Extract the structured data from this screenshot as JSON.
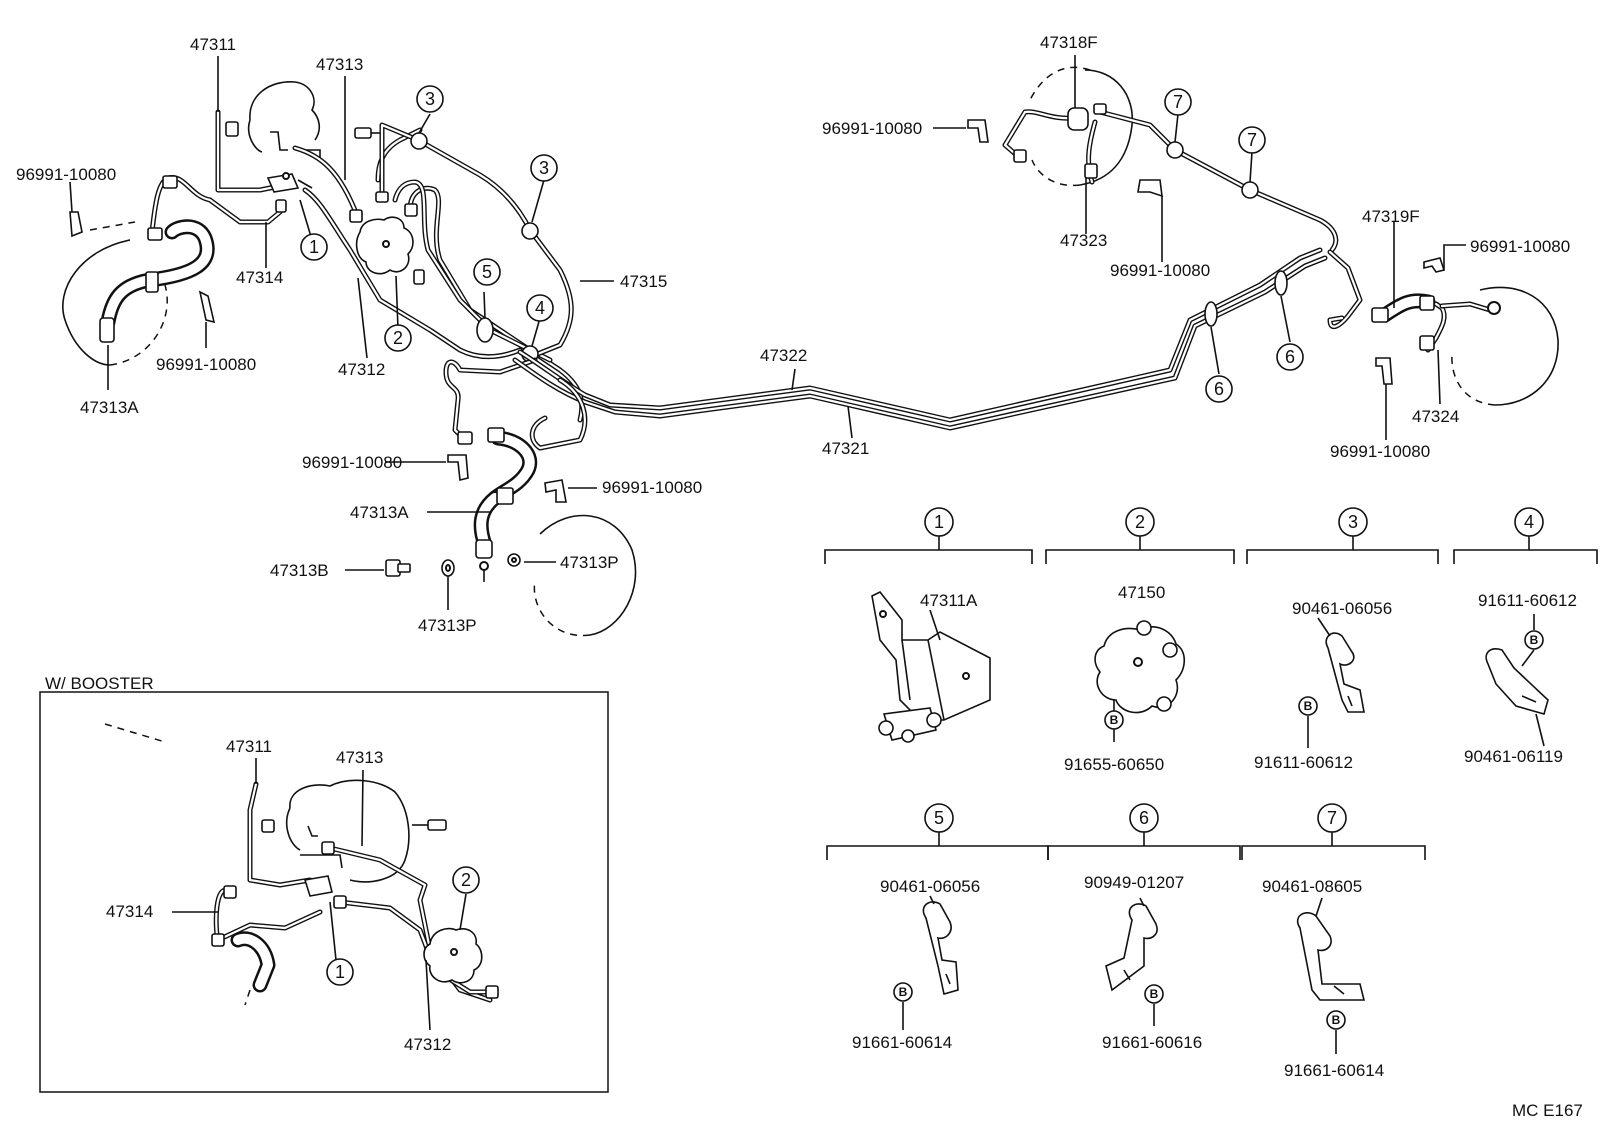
{
  "labels": {
    "p47311": "47311",
    "p47313": "47313",
    "p96991_fl": "96991-10080",
    "p47314": "47314",
    "p96991_fl2": "96991-10080",
    "p47312": "47312",
    "p47313A": "47313A",
    "p47315": "47315",
    "p47322": "47322",
    "p47321": "47321",
    "p96991_m1": "96991-10080",
    "p96991_m2": "96991-10080",
    "p47313A_2": "47313A",
    "p47313B": "47313B",
    "p47313P": "47313P",
    "p47313P_2": "47313P",
    "p47318F": "47318F",
    "p96991_rl": "96991-10080",
    "p47323": "47323",
    "p96991_rl2": "96991-10080",
    "p47319F": "47319F",
    "p96991_rr": "96991-10080",
    "p47324": "47324",
    "p96991_rr2": "96991-10080"
  },
  "booster": {
    "title": "W/ BOOSTER",
    "p47311": "47311",
    "p47313": "47313",
    "p47314": "47314",
    "p47312": "47312"
  },
  "callouts": {
    "c1": "1",
    "c2": "2",
    "c3": "3",
    "c4": "4",
    "c5": "5",
    "c6": "6",
    "c7": "7"
  },
  "details": {
    "d1_part": "47311A",
    "d2_part": "47150",
    "d2_bolt": "91655-60650",
    "d3_clamp": "90461-06056",
    "d3_bolt": "91611-60612",
    "d4_bolt": "91611-60612",
    "d4_clamp": "90461-06119",
    "d5_clamp": "90461-06056",
    "d5_bolt": "91661-60614",
    "d6_clamp": "90949-01207",
    "d6_bolt": "91661-60616",
    "d7_clamp": "90461-08605",
    "d7_bolt": "91661-60614",
    "bolt_marker": "B"
  },
  "footer": {
    "code": "MC  E167"
  }
}
